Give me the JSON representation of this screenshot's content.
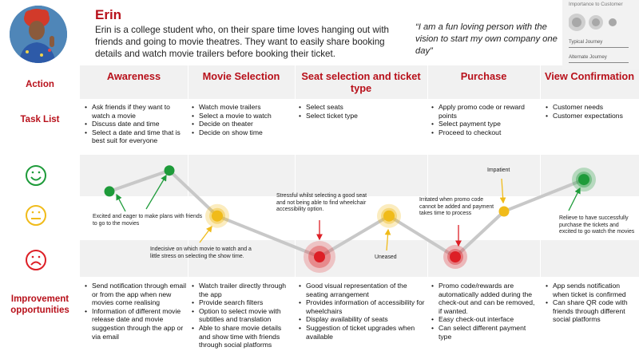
{
  "persona": {
    "name": "Erin",
    "bio": "Erin is a college student who, on their spare time loves hanging out with friends and going to movie theatres. They want to easily share booking details and watch movie trailers before booking their ticket.",
    "quote": "“I am a fun loving person with the vision to start my own company one day”"
  },
  "legend": {
    "title": "Importance to Customer",
    "typical": "Typical Journey",
    "alternate": "Alternate Journey"
  },
  "row_labels": {
    "action": "Action",
    "tasks": "Task List",
    "improvement": "Improvement opportunities"
  },
  "stages": [
    {
      "title": "Awareness",
      "tasks": [
        "Ask friends if they want to watch a movie",
        "Discuss date and time",
        "Select a date and time that is best suit for everyone"
      ],
      "improvements": [
        "Send notification through email or from the app when new movies come realising",
        "Information of different movie release date and movie suggestion through the app or via email"
      ]
    },
    {
      "title": "Movie Selection",
      "tasks": [
        "Watch movie trailers",
        "Select a movie to watch",
        "Decide on theater",
        "Decide on show time"
      ],
      "improvements": [
        "Watch trailer directly through the app",
        "Provide search filters",
        "Option to select movie with subtitles and translation",
        "Able to share movie details and show time with friends through social platforms"
      ]
    },
    {
      "title": "Seat selection and ticket type",
      "tasks": [
        "Select seats",
        "Select ticket type"
      ],
      "improvements": [
        "Good visual representation of the seating arrangement",
        "Provides information of accessibility for wheelchairs",
        "Display availability of seats",
        "Suggestion of ticket upgrades when available"
      ]
    },
    {
      "title": "Purchase",
      "tasks": [
        "Apply promo code or reward points",
        "Select payment type",
        "Proceed to checkout"
      ],
      "improvements": [
        "Promo code/rewards are automatically added during the check-out and can be removed, if wanted.",
        "Easy check-out interface",
        "Can select different payment type"
      ]
    },
    {
      "title": "View Confirmation",
      "tasks": [
        "Customer needs",
        "Customer expectations"
      ],
      "improvements": [
        "App sends notification when ticket is confirmed",
        "Can share QR code with friends through different social platforms"
      ]
    }
  ],
  "annotations": {
    "excited": "Excited and eager to make plans with friends to go to the movies",
    "indecisive": "Indecisive on which movie to watch and a little stress on selecting the show time.",
    "stressful": "Stressful whilst selecting a good seat and not being able to find wheelchair accessibility option.",
    "uneased": "Uneased",
    "irritated": "Irritated when promo code cannot be added and payment takes time to process",
    "impatient": "Impatient",
    "relieve": "Relieve to have successfully purchase the tickets and excited to go watch the movies"
  },
  "emotion_levels": [
    "happy",
    "neutral",
    "sad"
  ],
  "colors": {
    "accent": "#b8111b",
    "happy": "#1e9b3a",
    "neutral": "#f0bb1a",
    "sad": "#dd1f26",
    "band": "#f1f1f1",
    "journey_line": "#c8c8c8"
  },
  "journey_points": [
    {
      "stage": "Awareness",
      "emotion": "happy",
      "score": 0.72,
      "color": "happy",
      "halo": false
    },
    {
      "stage": "Awareness",
      "emotion": "happy",
      "score": 0.95,
      "color": "happy",
      "halo": false
    },
    {
      "stage": "Movie Selection",
      "emotion": "neutral",
      "score": 0.45,
      "color": "neutral",
      "halo": true
    },
    {
      "stage": "Seat selection and ticket type",
      "emotion": "sad",
      "score": 0.0,
      "color": "sad",
      "halo": true
    },
    {
      "stage": "Seat selection and ticket type",
      "emotion": "neutral",
      "score": 0.45,
      "color": "neutral",
      "halo": true
    },
    {
      "stage": "Purchase",
      "emotion": "sad",
      "score": 0.0,
      "color": "sad",
      "halo": true
    },
    {
      "stage": "Purchase",
      "emotion": "neutral",
      "score": 0.5,
      "color": "neutral",
      "halo": false
    },
    {
      "stage": "View Confirmation",
      "emotion": "happy",
      "score": 0.85,
      "color": "happy",
      "halo": true
    }
  ]
}
